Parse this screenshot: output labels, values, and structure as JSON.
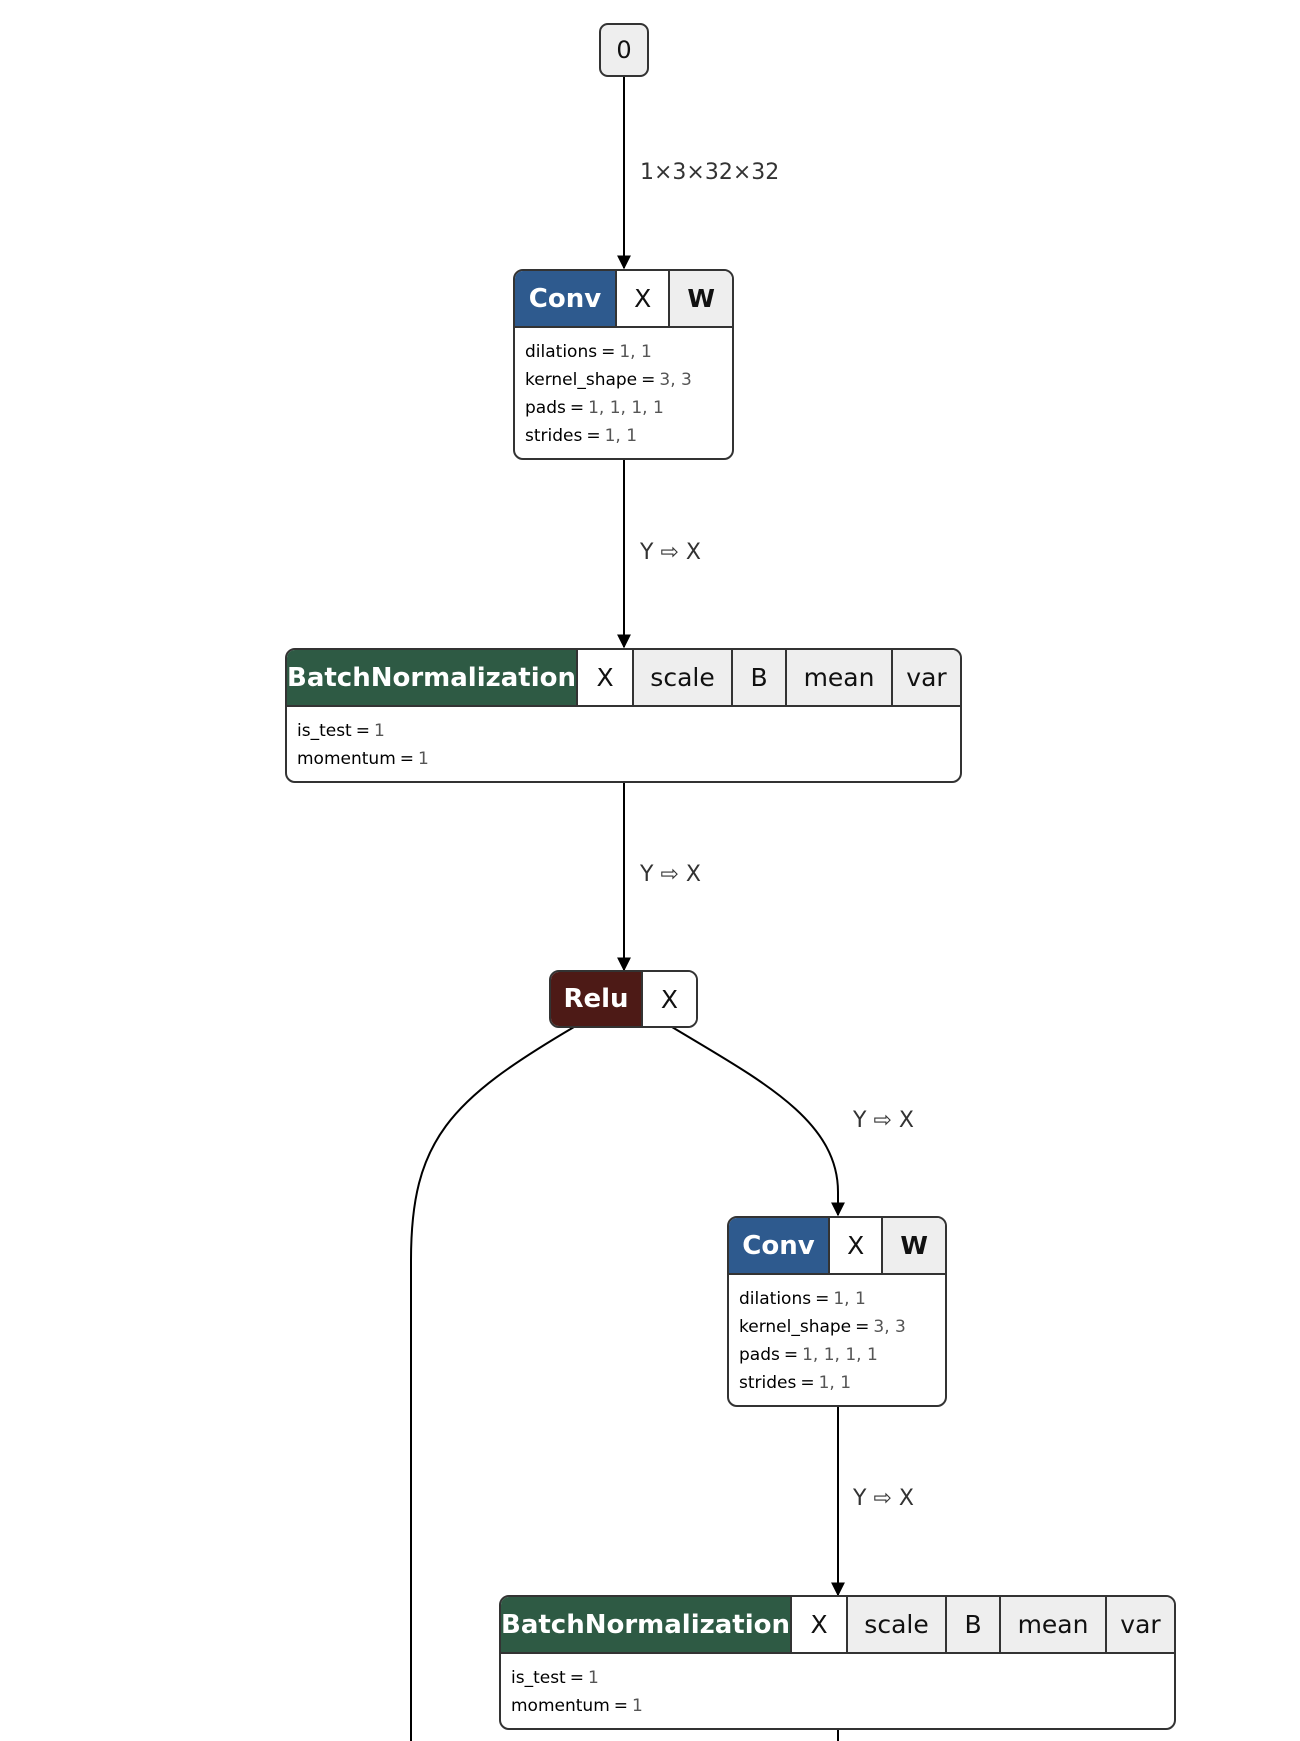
{
  "graph": {
    "input_node": {
      "label": "0"
    },
    "edges": [
      {
        "id": "e0",
        "label": "1×3×32×32"
      },
      {
        "id": "e1",
        "label": "Y ⇨ X"
      },
      {
        "id": "e2",
        "label": "Y ⇨ X"
      },
      {
        "id": "e3",
        "label": "Y ⇨ X"
      },
      {
        "id": "e4",
        "label": "Y ⇨ X"
      }
    ],
    "conv1": {
      "op": "Conv",
      "inputs": [
        "X",
        "W"
      ],
      "attrs": [
        {
          "name": "dilations",
          "value": "1, 1"
        },
        {
          "name": "kernel_shape",
          "value": "3, 3"
        },
        {
          "name": "pads",
          "value": "1, 1, 1, 1"
        },
        {
          "name": "strides",
          "value": "1, 1"
        }
      ]
    },
    "bn1": {
      "op": "BatchNormalization",
      "inputs": [
        "X",
        "scale",
        "B",
        "mean",
        "var"
      ],
      "attrs": [
        {
          "name": "is_test",
          "value": "1"
        },
        {
          "name": "momentum",
          "value": "1"
        }
      ]
    },
    "relu1": {
      "op": "Relu",
      "inputs": [
        "X"
      ]
    },
    "conv2": {
      "op": "Conv",
      "inputs": [
        "X",
        "W"
      ],
      "attrs": [
        {
          "name": "dilations",
          "value": "1, 1"
        },
        {
          "name": "kernel_shape",
          "value": "3, 3"
        },
        {
          "name": "pads",
          "value": "1, 1, 1, 1"
        },
        {
          "name": "strides",
          "value": "1, 1"
        }
      ]
    },
    "bn2": {
      "op": "BatchNormalization",
      "inputs": [
        "X",
        "scale",
        "B",
        "mean",
        "var"
      ],
      "attrs": [
        {
          "name": "is_test",
          "value": "1"
        },
        {
          "name": "momentum",
          "value": "1"
        }
      ]
    }
  }
}
